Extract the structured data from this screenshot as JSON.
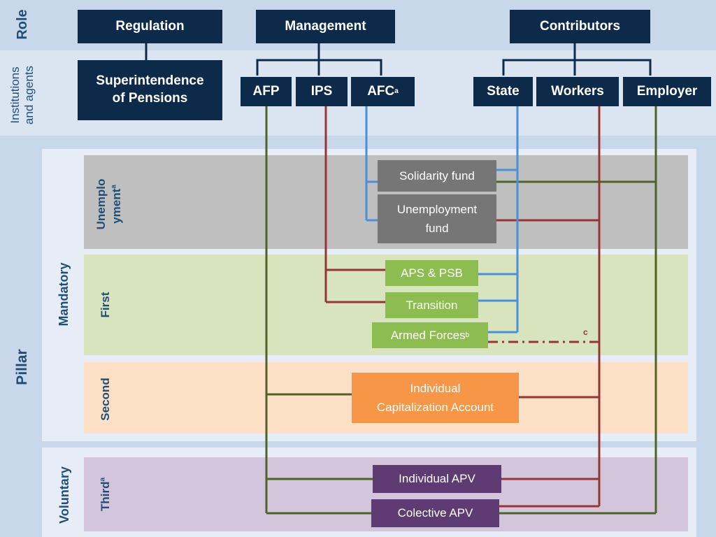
{
  "rows": {
    "role": "Role",
    "institutions": [
      "Institutions",
      "and agents"
    ],
    "pillar": "Pillar"
  },
  "roles": {
    "regulation": "Regulation",
    "management": "Management",
    "contributors": "Contributors"
  },
  "institutions": {
    "superintendence": [
      "Superintendence",
      "of Pensions"
    ],
    "afp": "AFP",
    "ips": "IPS",
    "afc": "AFC",
    "afc_note": "a",
    "state": "State",
    "workers": "Workers",
    "employer": "Employer"
  },
  "groups": {
    "mandatory": "Mandatory",
    "voluntary": "Voluntary"
  },
  "pillars": {
    "unemployment": [
      "Unemplo",
      "yment"
    ],
    "unemployment_note": "a",
    "first": "First",
    "second": "Second",
    "third": "Third",
    "third_note": "a"
  },
  "funds": {
    "solidarity": "Solidarity fund",
    "unemployment": [
      "Unemployment",
      "fund"
    ],
    "aps_psb": "APS & PSB",
    "transition": "Transition",
    "armed_forces": "Armed Forces",
    "armed_forces_note": "b",
    "dashed_note": "c",
    "ica": [
      "Individual",
      "Capitalization Account"
    ],
    "individual_apv": "Individual APV",
    "colective_apv": "Colective APV"
  },
  "colors": {
    "navy": "#0e2a4a",
    "olive_line": "#4f6228",
    "red_line": "#963634",
    "blue_line": "#4a90d9",
    "unemployment_zone": "#bfbfbf",
    "first_zone": "#d7e4bd",
    "second_zone": "#fde0c6",
    "third_zone": "#d2c5dc"
  }
}
